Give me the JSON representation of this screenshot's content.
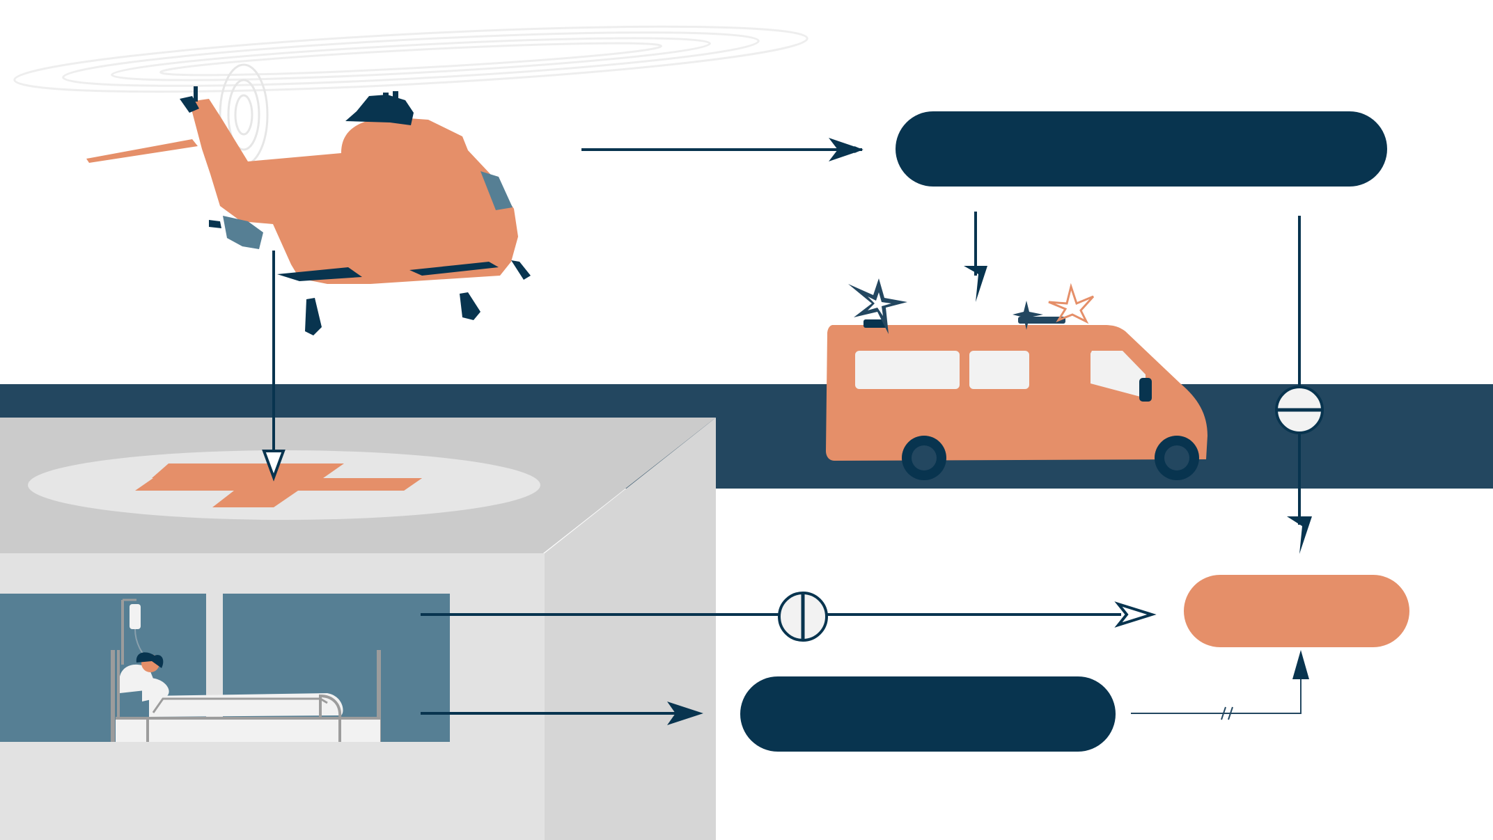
{
  "scene": {
    "colors": {
      "navy": "#08344f",
      "road": "#234760",
      "orange": "#e58f69",
      "window_blue": "#567f94",
      "roof_gray": "#cbcbcb",
      "wall_gray": "#e2e2e2",
      "side_gray": "#d6d6d6",
      "helipad": "#e6e6e6",
      "white": "#ffffff",
      "glass": "#f2f2f2"
    },
    "nodes": [
      {
        "id": "top-pill",
        "shape": "pill",
        "color": "navy",
        "text": ""
      },
      {
        "id": "orange-pill",
        "shape": "pill",
        "color": "orange",
        "text": ""
      },
      {
        "id": "bottom-pill",
        "shape": "pill",
        "color": "navy",
        "text": ""
      }
    ],
    "connectors": [
      {
        "id": "helicopter-to-top-pill",
        "head": "filled"
      },
      {
        "id": "helicopter-to-helipad",
        "head": "open"
      },
      {
        "id": "top-pill-to-ambulance",
        "head": "filled"
      },
      {
        "id": "top-pill-to-orange-pill",
        "head": "filled",
        "marker": "horizontal-bar"
      },
      {
        "id": "window-to-orange-pill",
        "head": "open",
        "marker": "vertical-bar"
      },
      {
        "id": "window-to-bottom-pill",
        "head": "filled"
      },
      {
        "id": "bottom-pill-to-orange-pill",
        "head": "filled",
        "marker": "break-slashes"
      }
    ],
    "icons": [
      "helicopter-icon",
      "ambulance-icon",
      "hospital-building-icon",
      "patient-in-bed-icon",
      "helipad-cross-icon",
      "siren-light-icon"
    ]
  }
}
